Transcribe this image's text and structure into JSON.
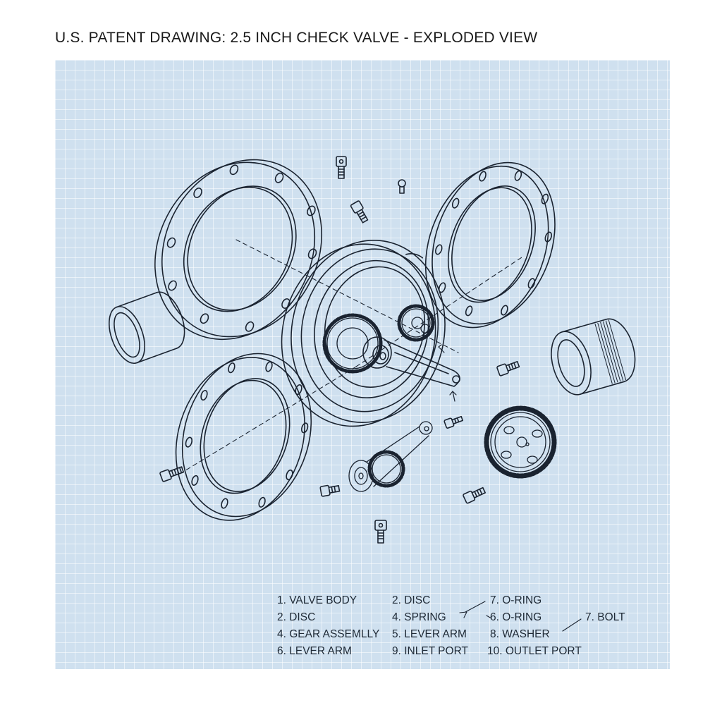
{
  "title": "U.S. PATENT DRAWING: 2.5 INCH CHECK VALVE - EXPLODED VIEW",
  "colors": {
    "sheet": "#cfe0ef",
    "ink": "#1a2330"
  },
  "legend": {
    "c1": [
      "1.  VALVE BODY",
      "2. DISC",
      "4. GEAR ASSEMLLY",
      "6. LEVER ARM"
    ],
    "c2": [
      "2. DISC",
      "4. SPRING",
      "5. LEVER ARM",
      "9. INLET PORT"
    ],
    "c3": [
      "7. O-RING",
      "6. O-RING",
      "8.  WASHER",
      "10. OUTLET PORT"
    ],
    "c4": [
      "7. BOLT"
    ]
  }
}
